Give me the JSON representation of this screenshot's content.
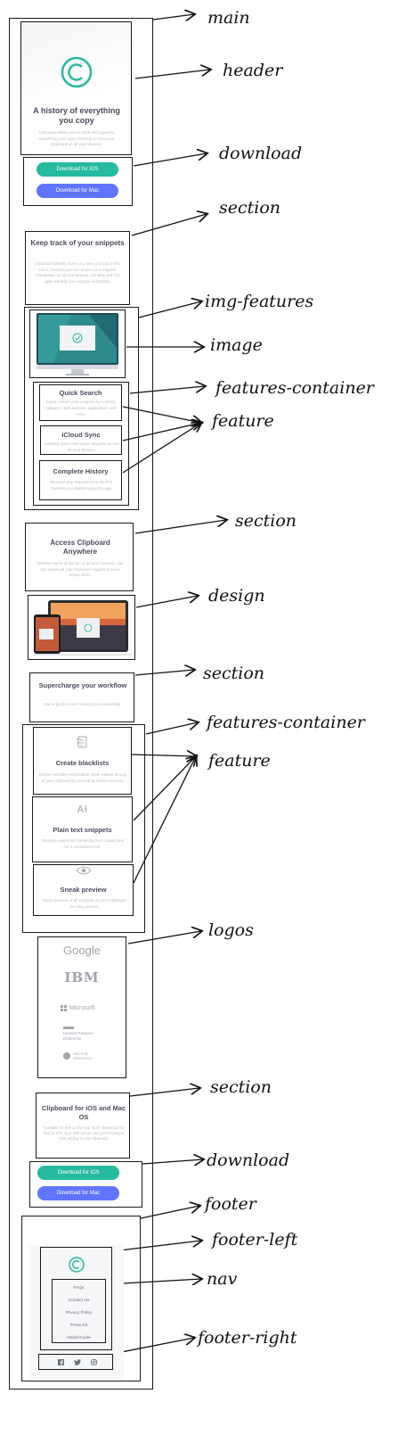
{
  "annotations": {
    "main": "main",
    "header": "header",
    "download_top": "download",
    "section_1": "section",
    "img_features": "img-features",
    "image": "image",
    "features_container_1": "features-container",
    "feature_1": "feature",
    "section_2": "section",
    "design": "design",
    "section_3": "section",
    "features_container_2": "features-container",
    "feature_2": "feature",
    "logos": "logos",
    "section_4": "section",
    "download_bottom": "download",
    "footer": "footer",
    "footer_left": "footer-left",
    "nav": "nav",
    "footer_right": "footer-right"
  },
  "header": {
    "title": "A history of everything you copy",
    "text": "Clipboard allows you to track and organize everything you copy. Instantly access your clipboard on all your devices."
  },
  "download": {
    "ios_label": "Download for iOS",
    "mac_label": "Download for Mac"
  },
  "section_snippets": {
    "title": "Keep track of your snippets",
    "text": "Clipboard instantly stores any item you copy in the cloud, meaning you can access your snippets immediately on all your devices. Our Mac and iOS apps will help you organize everything."
  },
  "features_1": [
    {
      "title": "Quick Search",
      "text": "Easily search your snippets by content, category, web address, application, and more."
    },
    {
      "title": "iCloud Sync",
      "text": "Instantly saves and syncs snippets across all your devices."
    },
    {
      "title": "Complete History",
      "text": "Retrieve any snippets from the first moment you started using the app."
    }
  ],
  "section_access": {
    "title": "Access Clipboard Anywhere",
    "text": "Whether you're on the go, or at your computer, you can access all your Clipboard snippets in a few simple clicks."
  },
  "section_workflow": {
    "title": "Supercharge your workflow",
    "text": "We've got the tools to boost your productivity."
  },
  "features_2": [
    {
      "icon": "blacklist-icon",
      "title": "Create blacklists",
      "text": "Ensure sensitive information never makes its way to your clipboard by excluding certain sources."
    },
    {
      "icon": "text-icon",
      "title": "Plain text snippets",
      "text": "Remove unwanted formatting from copied text for a consistent look."
    },
    {
      "icon": "eye-icon",
      "title": "Sneak preview",
      "text": "Quick preview of all snippets on your Clipboard for easy access."
    }
  ],
  "logos": {
    "google": "Google",
    "ibm": "IBM",
    "microsoft": "Microsoft",
    "hp_1": "Hewlett Packard",
    "hp_2": "Enterprise",
    "vector": "VECTOR GRAPHICS"
  },
  "section_cta": {
    "title": "Clipboard for iOS and Mac OS",
    "text": "Available for free on the App Store. Download for Mac or iOS, sync with iCloud and you're ready to start adding to your clipboard."
  },
  "footer": {
    "nav": [
      "FAQs",
      "Contact Us",
      "Privacy Policy",
      "Press Kit",
      "Install Guide"
    ]
  },
  "colors": {
    "teal": "#26ba9e",
    "purple": "#6174ff",
    "heading": "#4a4d5a",
    "body_text": "#b8bcc6"
  }
}
